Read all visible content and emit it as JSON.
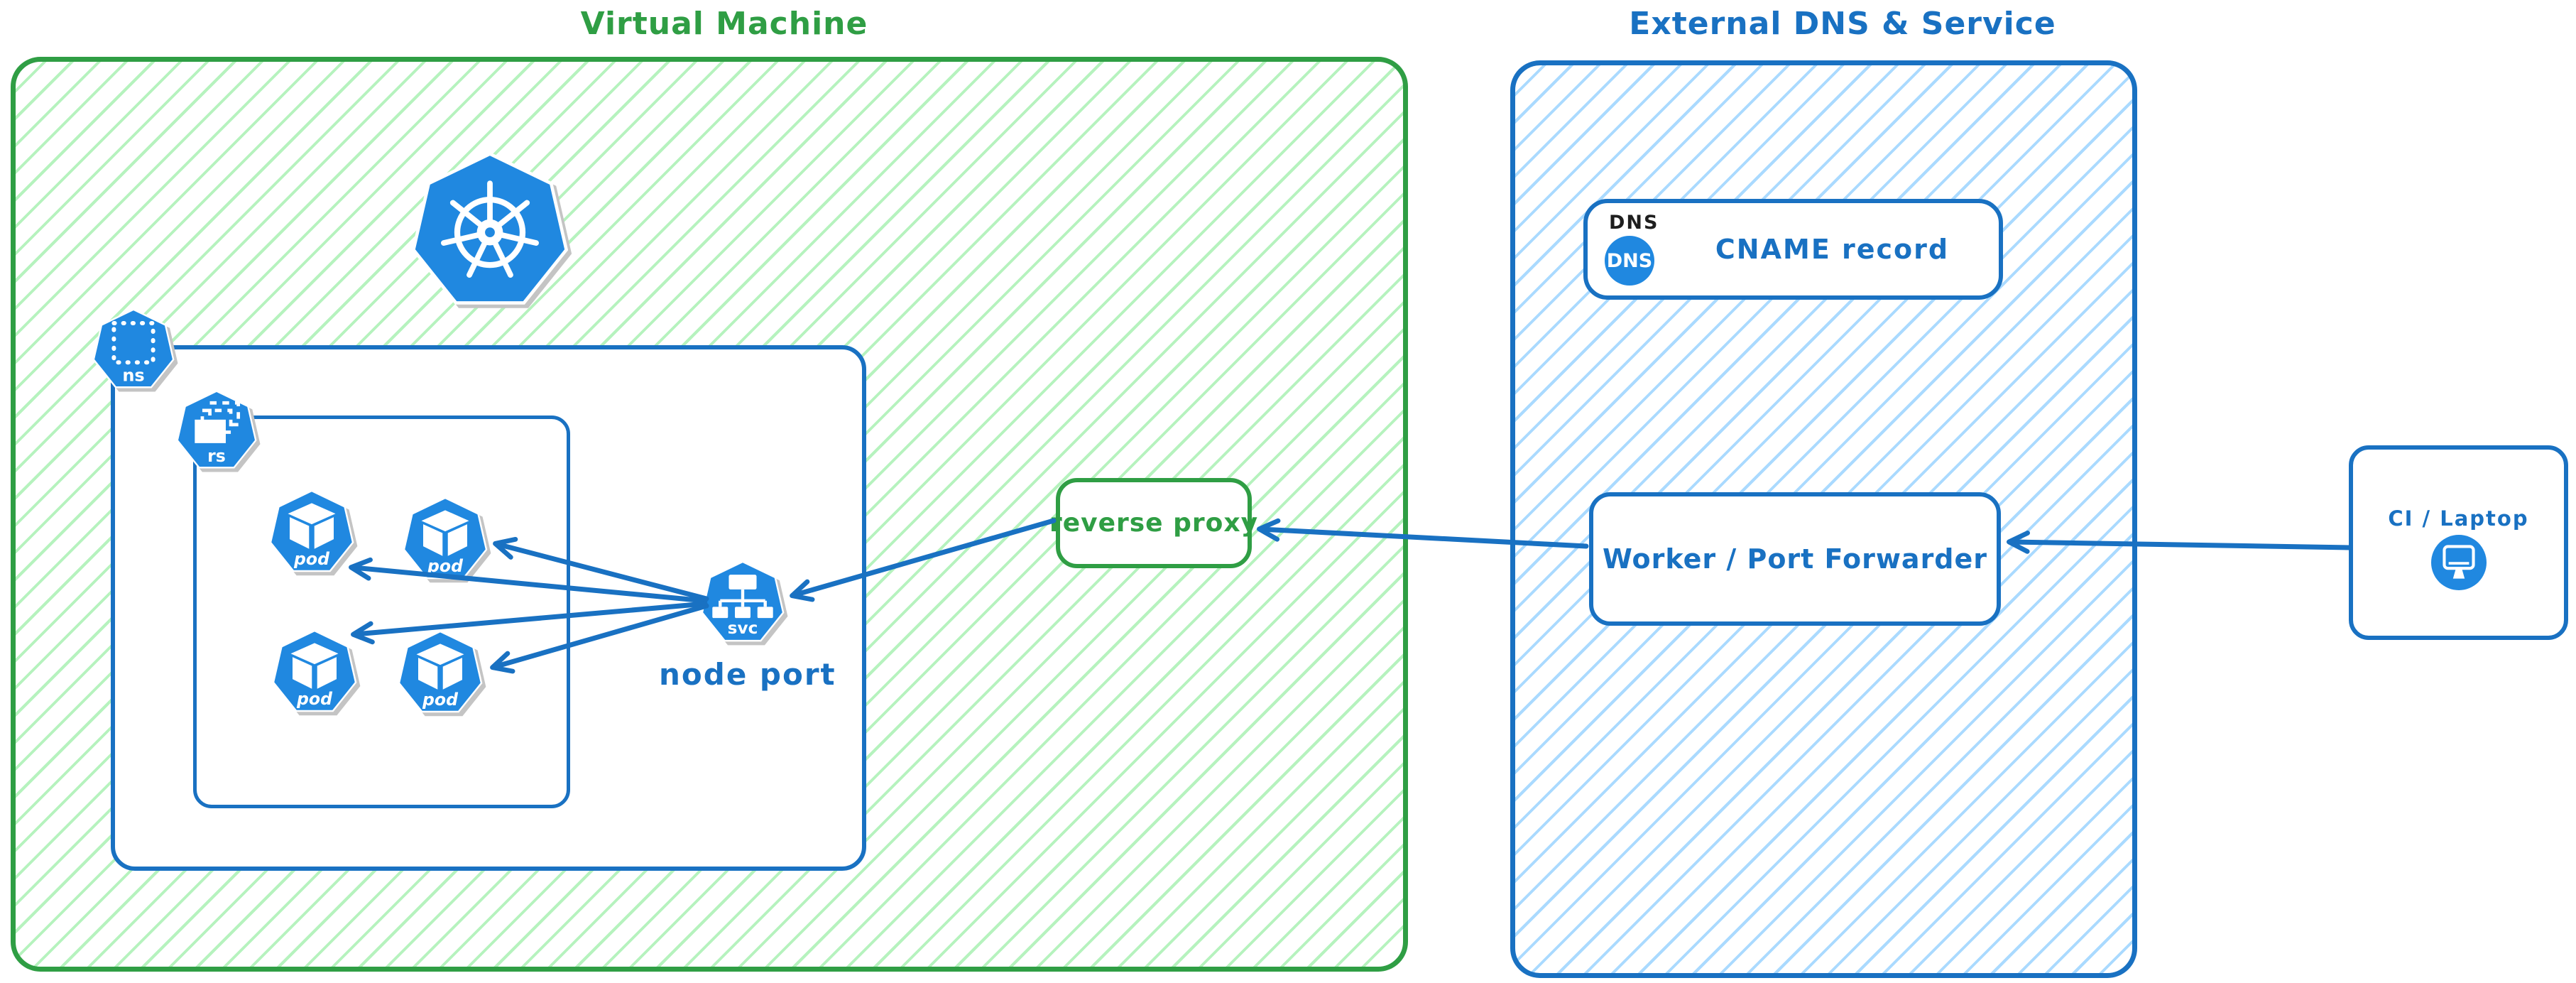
{
  "diagram": {
    "vm": {
      "title": "Virtual Machine",
      "namespace_label": "ns",
      "replicaset_label": "rs",
      "pods": [
        {
          "label": "pod"
        },
        {
          "label": "pod"
        },
        {
          "label": "pod"
        },
        {
          "label": "pod"
        }
      ],
      "service_label": "svc",
      "service_caption": "node port",
      "reverse_proxy_label": "reverse proxy"
    },
    "external": {
      "title": "External DNS & Service",
      "dns_tag": "DNS",
      "dns_badge": "DNS",
      "dns_record_label": "CNAME record",
      "worker_label": "Worker / Port Forwarder"
    },
    "client": {
      "label": "CI / Laptop"
    },
    "connections": [
      {
        "from": "ci-laptop",
        "to": "worker-port-forwarder"
      },
      {
        "from": "worker-port-forwarder",
        "to": "reverse-proxy"
      },
      {
        "from": "reverse-proxy",
        "to": "nodeport-service"
      },
      {
        "from": "nodeport-service",
        "to": "pod-1"
      },
      {
        "from": "nodeport-service",
        "to": "pod-2"
      },
      {
        "from": "nodeport-service",
        "to": "pod-3"
      },
      {
        "from": "nodeport-service",
        "to": "pod-4"
      }
    ],
    "colors": {
      "green_stroke": "#2f9e44",
      "green_hatch": "#b2f2bb",
      "blue_stroke": "#1971c2",
      "blue_hatch": "#a5d8ff",
      "icon_blue": "#2088e0",
      "text_black": "#1e1e1e"
    }
  }
}
